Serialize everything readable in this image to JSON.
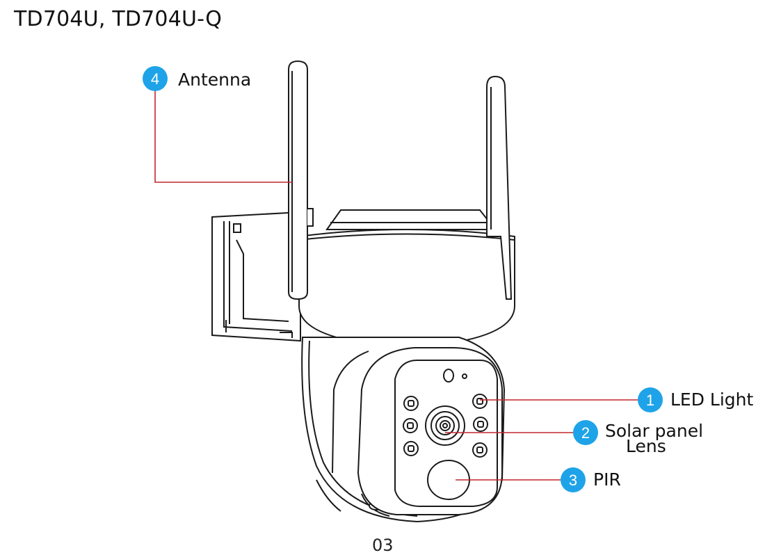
{
  "title": "TD704U, TD704U-Q",
  "callouts": [
    {
      "number": "1",
      "label": "LED Light"
    },
    {
      "number": "2",
      "label": "Solar panel",
      "label2": "Lens"
    },
    {
      "number": "3",
      "label": "PIR"
    },
    {
      "number": "4",
      "label": "Antenna"
    }
  ],
  "page_number": "03",
  "colors": {
    "badge": "#1fa3e8",
    "leader_line": "#c4252c",
    "outline": "#1a1a1a"
  }
}
